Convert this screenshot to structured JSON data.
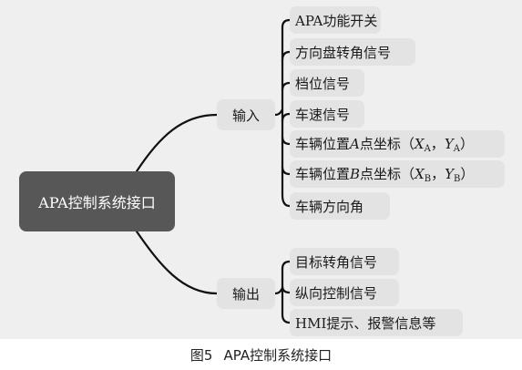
{
  "root": {
    "label": "APA控制系统接口"
  },
  "branches": {
    "input": {
      "label": "输入"
    },
    "output": {
      "label": "输出"
    }
  },
  "inputs": {
    "i0": "APA功能开关",
    "i1": "方向盘转角信号",
    "i2": "档位信号",
    "i3": "车速信号",
    "i4": {
      "prefix": "车辆位置",
      "point": "A",
      "mid": "点坐标（",
      "x": "X",
      "xsub": "A",
      "sep": "，",
      "y": "Y",
      "ysub": "A",
      "suffix": "）"
    },
    "i5": {
      "prefix": "车辆位置",
      "point": "B",
      "mid": "点坐标（",
      "x": "X",
      "xsub": "B",
      "sep": "，",
      "y": "Y",
      "ysub": "B",
      "suffix": "）"
    },
    "i6": "车辆方向角"
  },
  "outputs": {
    "o0": "目标转角信号",
    "o1": "纵向控制信号",
    "o2": "HMI提示、报警信息等"
  },
  "caption": {
    "number": "图5",
    "title": "APA控制系统接口"
  },
  "colors": {
    "background": "#efefef",
    "node": "#e3e3e3",
    "root": "#575757",
    "line": "#111111"
  }
}
